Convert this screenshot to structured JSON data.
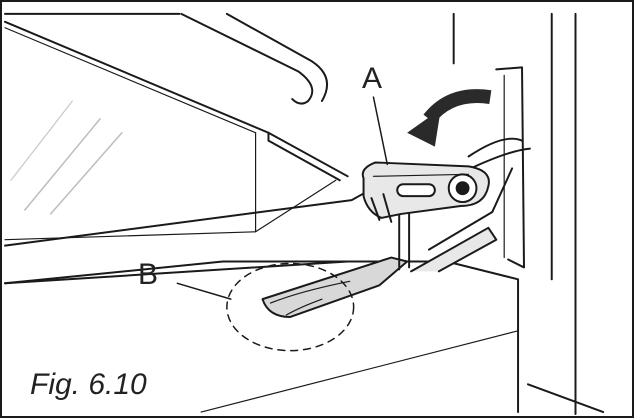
{
  "figure": {
    "caption": "Fig. 6.10",
    "callouts": {
      "a": "A",
      "b": "B"
    }
  },
  "components": [
    {
      "id": "hinge-lever",
      "label_ref": "A"
    },
    {
      "id": "hinge-slot",
      "label_ref": "B"
    }
  ],
  "icons": {
    "rotation_arrow": "curved-arrow-icon"
  },
  "colors": {
    "line": "#1a1a1a",
    "fill_light": "#e8e8e8",
    "fill_mid": "#d8d8d8",
    "background": "#ffffff"
  }
}
